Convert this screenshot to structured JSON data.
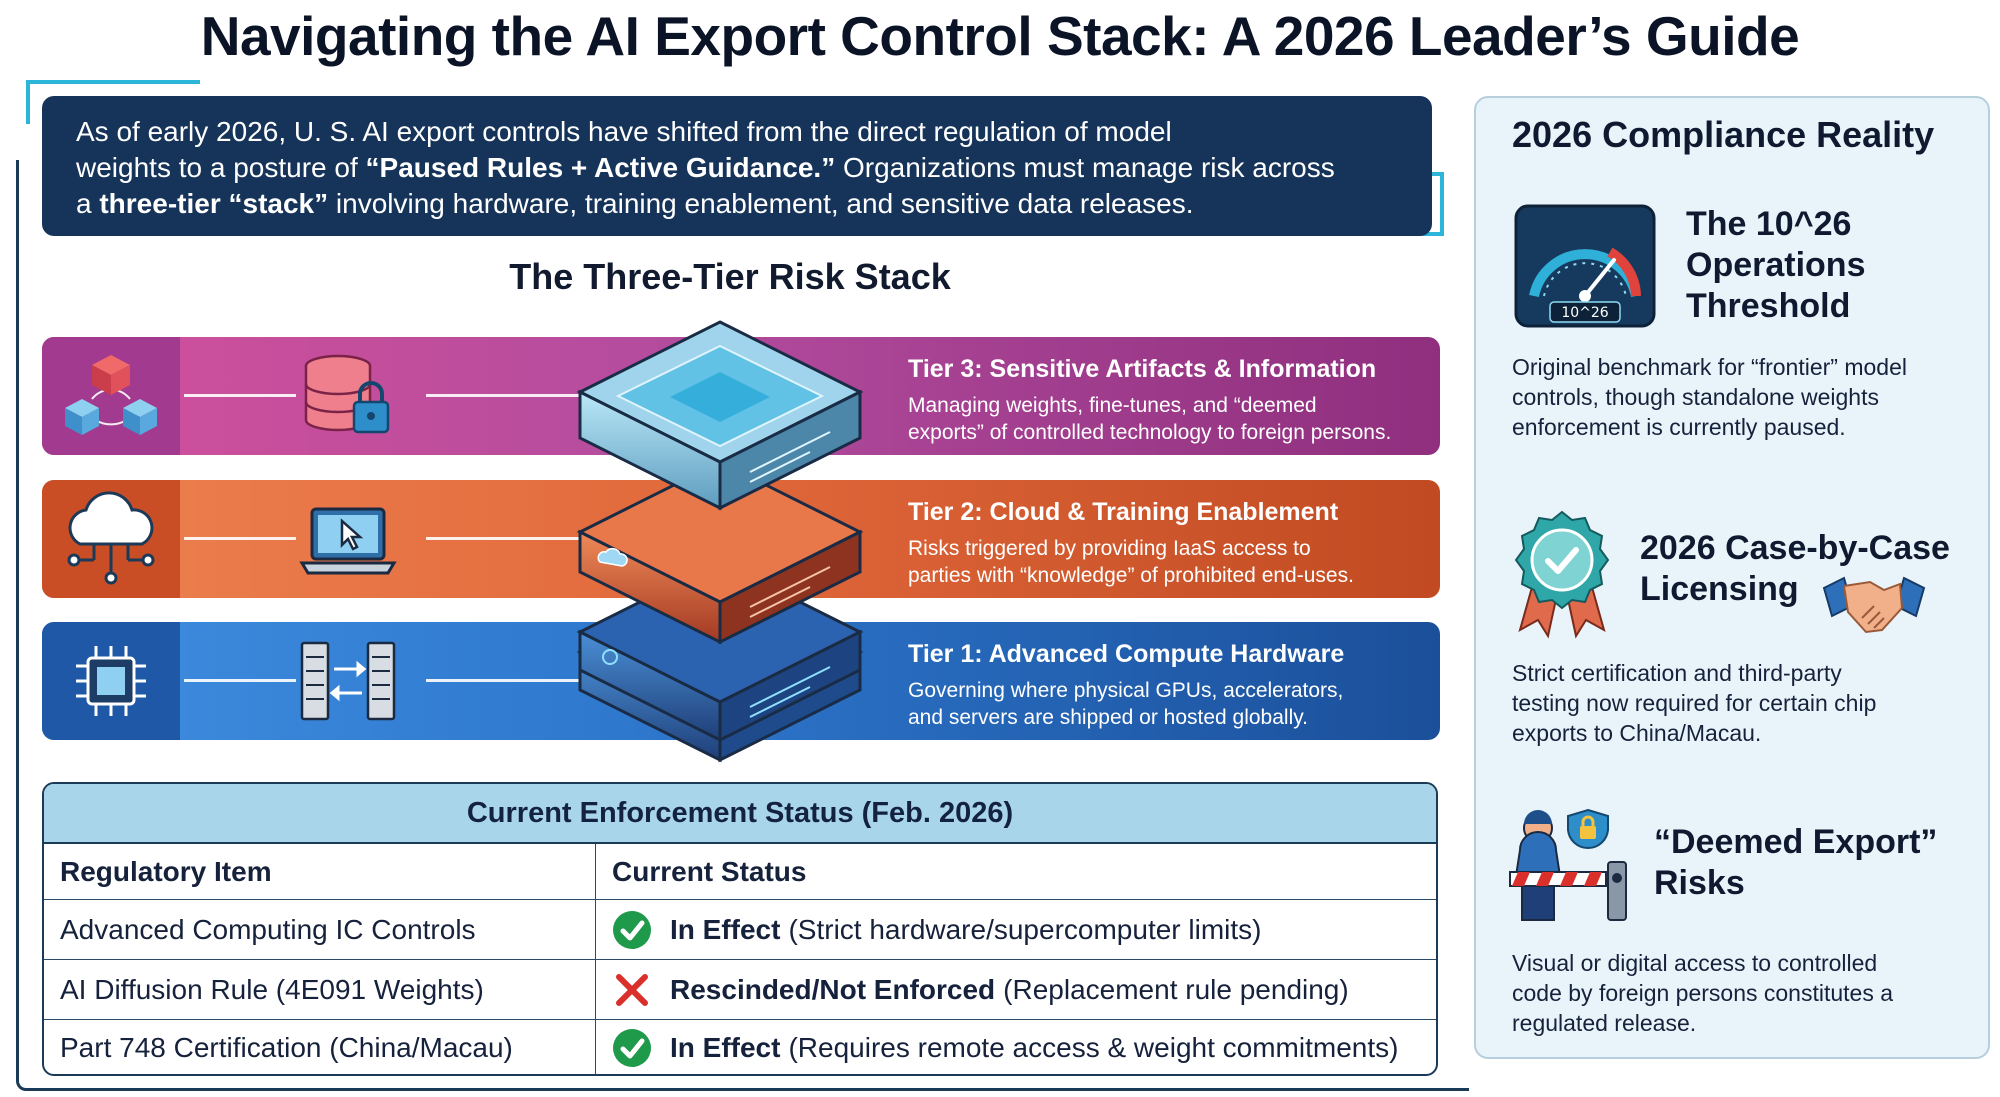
{
  "title": "Navigating the AI Export Control Stack: A 2026 Leader’s Guide",
  "intro": {
    "line1": "As of early 2026, U. S. AI export controls have shifted from the direct regulation of model",
    "line2_pre": "weights to a posture of ",
    "line2_bold": "“Paused Rules + Active Guidance.”",
    "line2_post": " Organizations must manage risk across",
    "line3_pre": "a ",
    "line3_bold": "three-tier “stack”",
    "line3_post": " involving hardware, training enablement, and sensitive data releases."
  },
  "stack": {
    "title": "The Three-Tier Risk Stack",
    "tiers": [
      {
        "title": "Tier 3: Sensitive Artifacts & Information",
        "desc_line1": "Managing weights, fine-tunes, and “deemed",
        "desc_line2": "exports” of controlled technology to foreign persons."
      },
      {
        "title": "Tier 2: Cloud & Training Enablement",
        "desc_line1": "Risks triggered by providing IaaS access to",
        "desc_line2": "parties with “knowledge” of prohibited end-uses."
      },
      {
        "title": "Tier 1: Advanced Compute Hardware",
        "desc_line1": "Governing where physical GPUs, accelerators,",
        "desc_line2": "and servers are shipped or hosted globally."
      }
    ]
  },
  "table": {
    "title": "Current Enforcement Status (Feb. 2026)",
    "headers": [
      "Regulatory Item",
      "Current Status"
    ],
    "rows": [
      {
        "item": "Advanced Computing IC Controls",
        "status": "In Effect",
        "detail": "(Strict hardware/supercomputer limits)",
        "icon": "check-icon"
      },
      {
        "item": "AI Diffusion Rule (4E091 Weights)",
        "status": "Rescinded/Not Enforced",
        "detail": "(Replacement rule pending)",
        "icon": "cross-icon"
      },
      {
        "item": "Part 748 Certification (China/Macau)",
        "status": "In Effect",
        "detail": "(Requires remote access & weight commitments)",
        "icon": "check-icon"
      }
    ]
  },
  "panel": {
    "title": "2026 Compliance Reality",
    "gauge_label": "10^26",
    "items": [
      {
        "heading_lines": [
          "The 10^26",
          "Operations",
          "Threshold"
        ],
        "text_lines": [
          "Original benchmark for “frontier” model",
          "controls, though standalone weights",
          "enforcement is currently paused."
        ]
      },
      {
        "heading_lines": [
          "2026 Case-by-Case",
          "Licensing"
        ],
        "text_lines": [
          "Strict certification and third-party",
          "testing now required for certain chip",
          "exports to China/Macau."
        ]
      },
      {
        "heading_lines": [
          "“Deemed Export”",
          "Risks"
        ],
        "text_lines": [
          "Visual or digital access to controlled",
          "code by foreign persons constitutes a",
          "regulated release."
        ]
      }
    ]
  },
  "colors": {
    "navy": "#16345a",
    "tier3": "#b44c9e",
    "tier2": "#e26a3c",
    "tier1": "#2d76cc",
    "check": "#1f9a4a",
    "cross": "#d9302c"
  }
}
